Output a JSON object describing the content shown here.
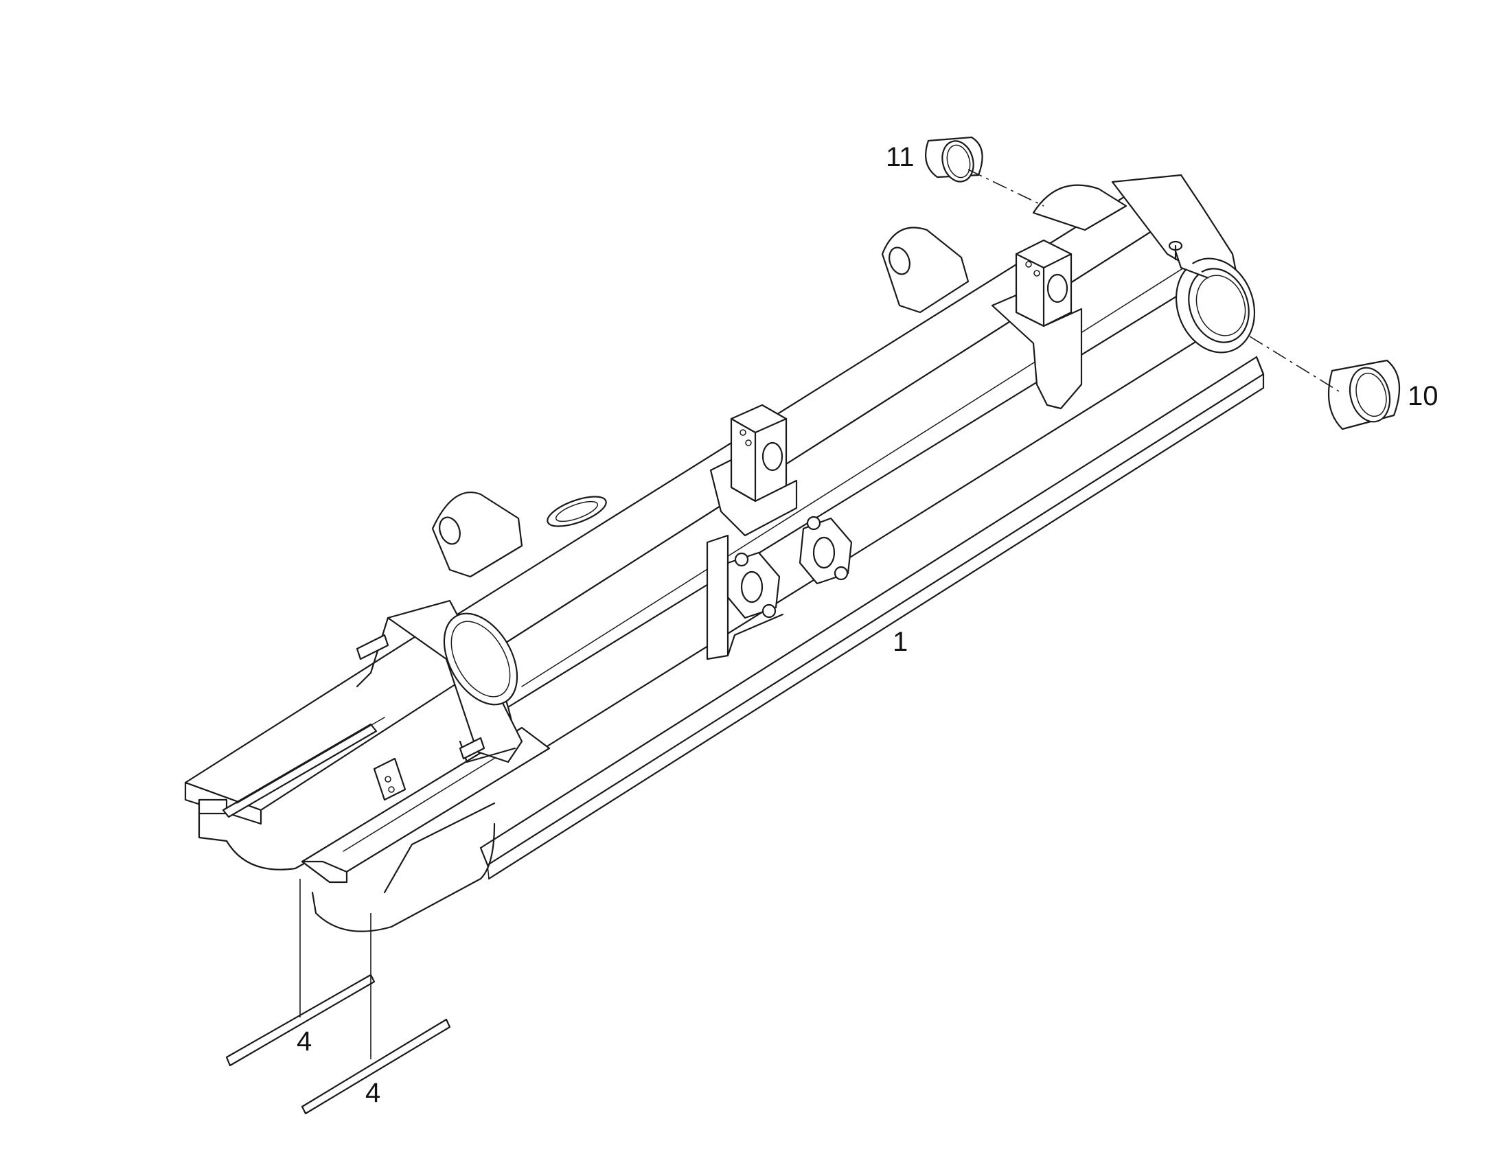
{
  "diagram": {
    "callouts": {
      "frame": "1",
      "strip_a": "4",
      "strip_b": "4",
      "bushing_front": "10",
      "bushing_rear": "11"
    }
  }
}
